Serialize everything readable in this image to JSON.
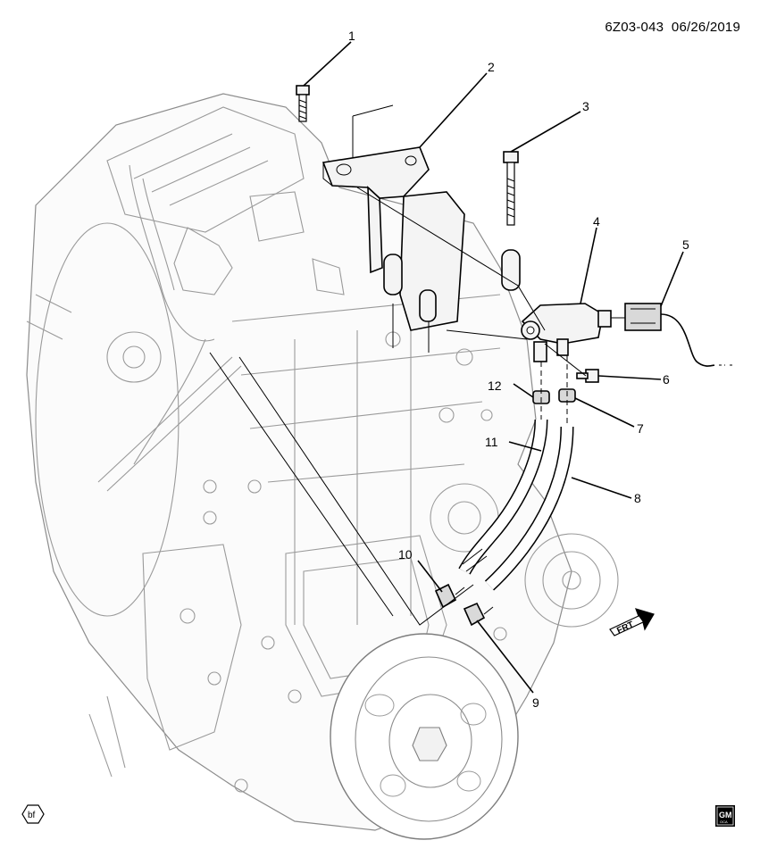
{
  "header": {
    "diagram_id": "6Z03-043",
    "date": "06/26/2019"
  },
  "callouts": [
    {
      "id": "c1",
      "label": "1"
    },
    {
      "id": "c2",
      "label": "2"
    },
    {
      "id": "c3",
      "label": "3"
    },
    {
      "id": "c4",
      "label": "4"
    },
    {
      "id": "c5",
      "label": "5"
    },
    {
      "id": "c6",
      "label": "6"
    },
    {
      "id": "c7",
      "label": "7"
    },
    {
      "id": "c8",
      "label": "8"
    },
    {
      "id": "c9",
      "label": "9"
    },
    {
      "id": "c10",
      "label": "10"
    },
    {
      "id": "c11",
      "label": "11"
    },
    {
      "id": "c12",
      "label": "12"
    }
  ],
  "front_arrow": "FRT",
  "bf_badge": "bf",
  "logo": {
    "line1": "GM",
    "line2": "OCA"
  }
}
